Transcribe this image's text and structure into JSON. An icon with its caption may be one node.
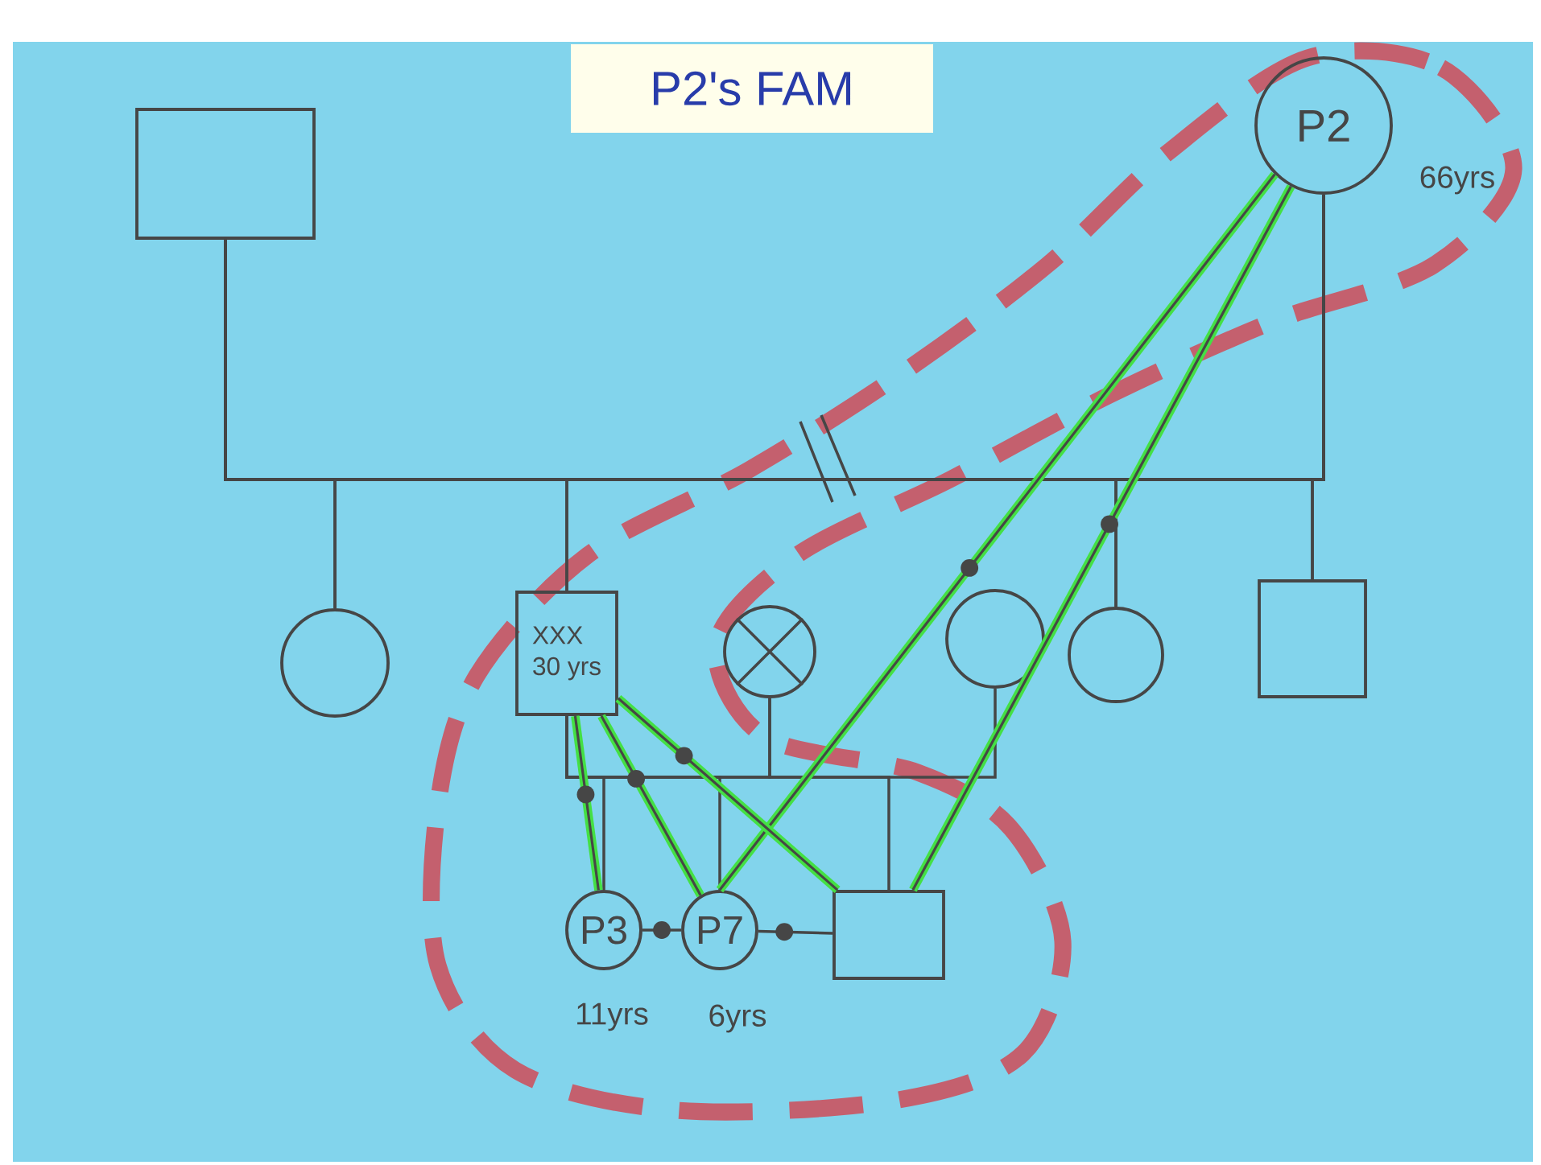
{
  "diagram": {
    "title": "P2's FAM",
    "nodes": [
      {
        "text": [],
        "shape": "box"
      },
      {
        "text": [
          "P2"
        ],
        "beside": [
          "66yrs"
        ]
      },
      {
        "text": [],
        "shape": "circle"
      },
      {
        "text": [
          "XXX",
          "30 yrs"
        ]
      },
      {
        "text": [],
        "shape": "circle"
      },
      {
        "text": [],
        "shape": "circle"
      },
      {
        "text": [],
        "shape": "circle"
      },
      {
        "text": [],
        "shape": "box"
      },
      {
        "text": [
          "P3"
        ],
        "beside": [
          "11yrs"
        ]
      },
      {
        "text": [
          "P7"
        ],
        "beside": [
          "6yrs"
        ]
      },
      {
        "text": [],
        "shape": "box"
      }
    ],
    "edges": [
      {
        "from": 0,
        "to": 1,
        "arrow": "none"
      },
      {
        "from": 0,
        "to": 2,
        "arrow": "none"
      },
      {
        "from": 0,
        "to": 3,
        "arrow": "none"
      },
      {
        "from": 0,
        "to": 6,
        "arrow": "none"
      },
      {
        "from": 0,
        "to": 7,
        "arrow": "none"
      },
      {
        "from": 1,
        "to": 2,
        "arrow": "none"
      },
      {
        "from": 1,
        "to": 3,
        "arrow": "none"
      },
      {
        "from": 1,
        "to": 6,
        "arrow": "none"
      },
      {
        "from": 1,
        "to": 7,
        "arrow": "none"
      },
      {
        "from": 3,
        "to": 4,
        "arrow": "none"
      },
      {
        "from": 4,
        "to": 5,
        "arrow": "none"
      },
      {
        "from": 3,
        "to": 8,
        "arrow": "none"
      },
      {
        "from": 3,
        "to": 9,
        "arrow": "none"
      },
      {
        "from": 3,
        "to": 10,
        "arrow": "none"
      },
      {
        "from": 1,
        "to": 9,
        "arrow": "none",
        "style": "thick",
        "color": "#44e044"
      },
      {
        "from": 1,
        "to": 10,
        "arrow": "none",
        "style": "thick",
        "color": "#44e044"
      },
      {
        "from": 3,
        "to": 8,
        "arrow": "none",
        "style": "thick",
        "color": "#44e044"
      },
      {
        "from": 3,
        "to": 9,
        "arrow": "none",
        "style": "thick",
        "color": "#44e044"
      },
      {
        "from": 3,
        "to": 10,
        "arrow": "none",
        "style": "thick",
        "color": "#44e044"
      },
      {
        "from": 8,
        "to": 9,
        "arrow": "none"
      },
      {
        "from": 9,
        "to": 10,
        "arrow": "none"
      }
    ]
  }
}
